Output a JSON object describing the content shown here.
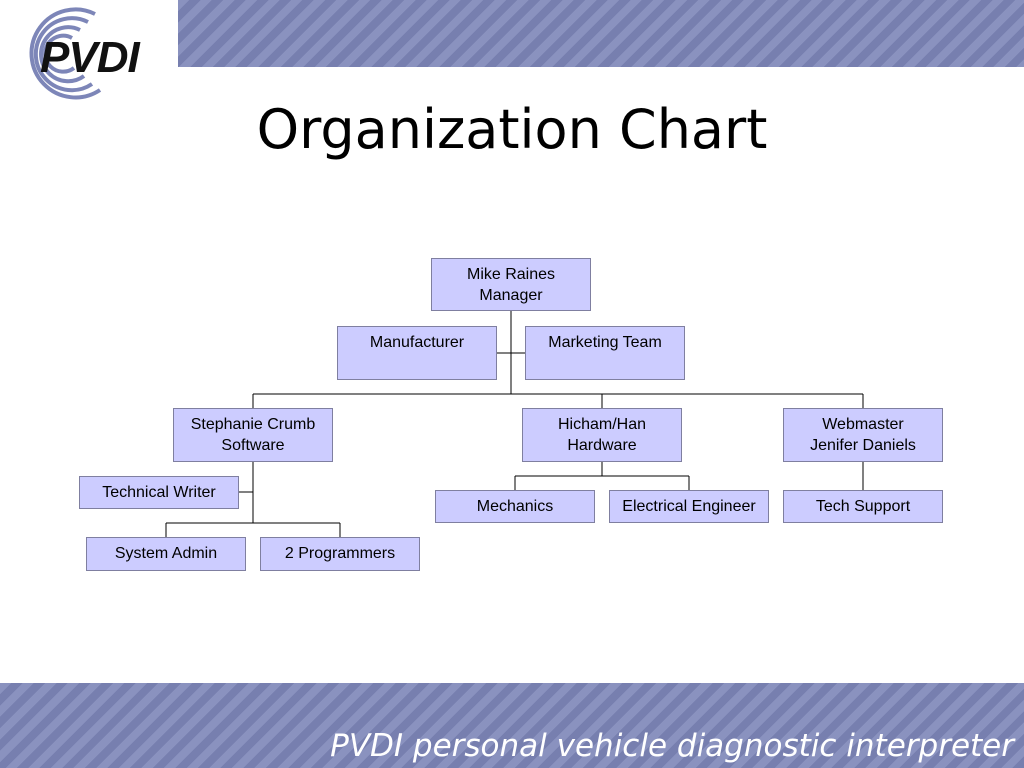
{
  "logo": {
    "text": "PVDI"
  },
  "title": "Organization Chart",
  "footer": "PVDI personal vehicle diagnostic interpreter",
  "org": {
    "manager": {
      "line1": "Mike Raines",
      "line2": "Manager"
    },
    "manufacturer": "Manufacturer",
    "marketing": "Marketing Team",
    "software": {
      "line1": "Stephanie Crumb",
      "line2": "Software"
    },
    "hardware": {
      "line1": "Hicham/Han",
      "line2": "Hardware"
    },
    "web": {
      "line1": "Webmaster",
      "line2": "Jenifer Daniels"
    },
    "technical_writer": "Technical Writer",
    "system_admin": "System Admin",
    "programmers": "2 Programmers",
    "mechanics": "Mechanics",
    "electrical": "Electrical Engineer",
    "tech_support": "Tech Support"
  },
  "colors": {
    "box_fill": "#ccccff",
    "band": "#7d86b8"
  }
}
